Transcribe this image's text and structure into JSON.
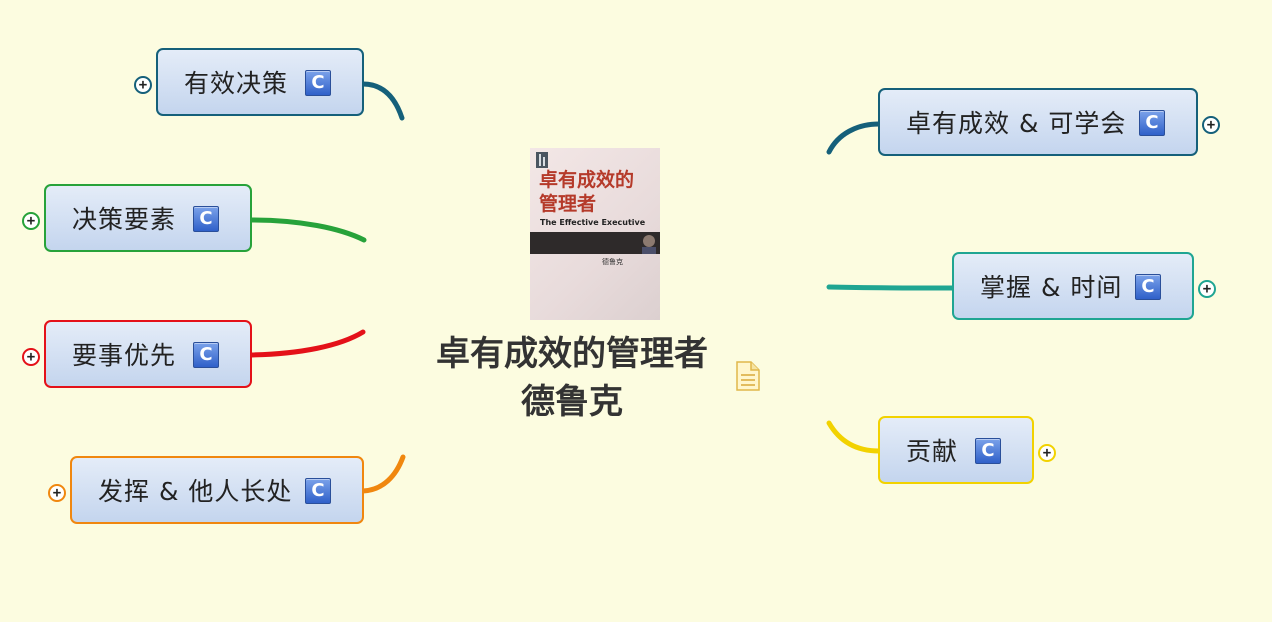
{
  "central_topic": {
    "line1": "卓有成效的管理者",
    "line2": "德鲁克",
    "book_cover": {
      "title_line1": "卓有成效的",
      "title_line2": "管理者",
      "subtitle": "The Effective Executive",
      "author": "德鲁克"
    },
    "note_icon": "note-icon"
  },
  "topics": {
    "t1": {
      "label": "有效决策",
      "color": "#15607A",
      "badge": "C",
      "expander": "+"
    },
    "t2": {
      "label": "决策要素",
      "color": "#27A23A",
      "badge": "C",
      "expander": "+"
    },
    "t3": {
      "label": "要事优先",
      "color": "#E41119",
      "badge": "C",
      "expander": "+"
    },
    "t4": {
      "label": "发挥 & 他人长处",
      "color": "#F0870F",
      "badge": "C",
      "expander": "+"
    },
    "t5": {
      "label": "卓有成效 & 可学会",
      "color": "#15607A",
      "badge": "C",
      "expander": "+"
    },
    "t6": {
      "label": "掌握 & 时间",
      "color": "#1FA592",
      "badge": "C",
      "expander": "+"
    },
    "t7": {
      "label": "贡献",
      "color": "#F2D200",
      "badge": "C",
      "expander": "+"
    }
  }
}
